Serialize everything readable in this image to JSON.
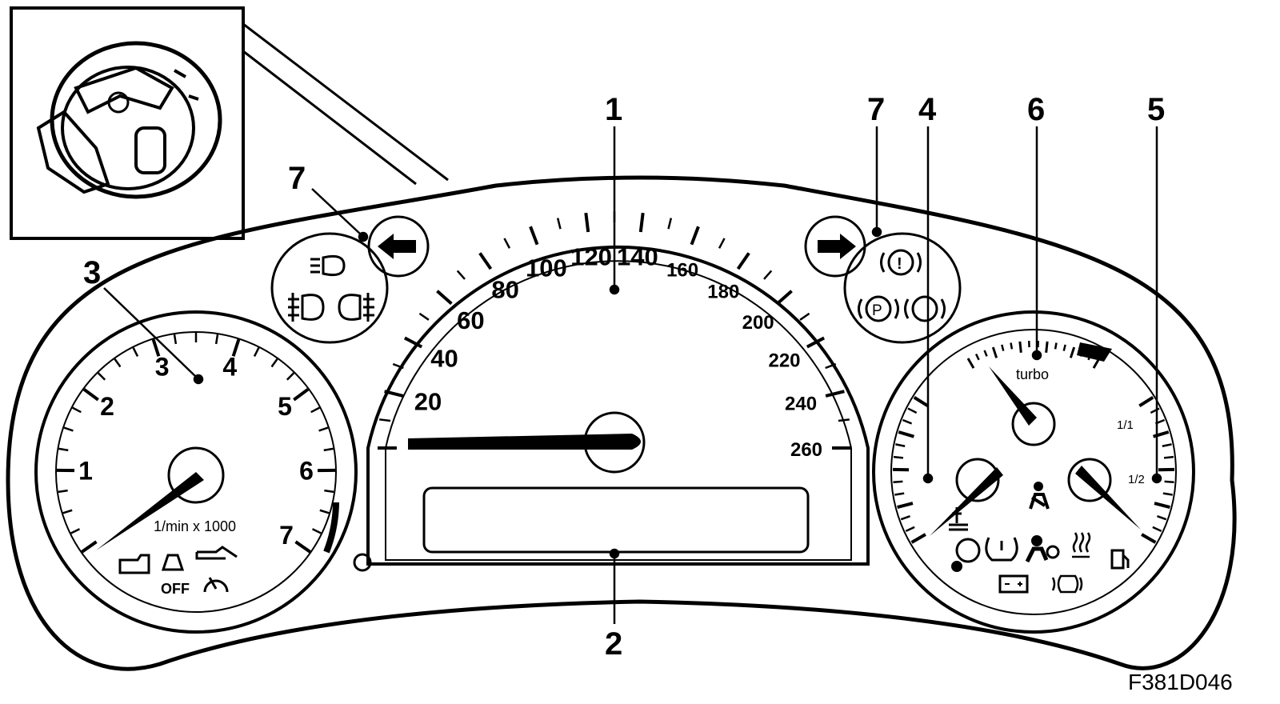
{
  "callouts": {
    "speedometer": "1",
    "display": "2",
    "tachometer": "3",
    "temperature": "4",
    "fuel": "5",
    "turbo": "6",
    "indicator_left": "7",
    "indicator_right": "7"
  },
  "speedometer": {
    "labels": [
      "20",
      "40",
      "60",
      "80",
      "100",
      "120",
      "140",
      "160",
      "180",
      "200",
      "220",
      "240",
      "260"
    ]
  },
  "tachometer": {
    "labels": [
      "1",
      "2",
      "3",
      "4",
      "5",
      "6",
      "7"
    ],
    "unit": "1/min x 1000",
    "off_label": "OFF"
  },
  "combi_gauge": {
    "turbo_label": "turbo",
    "fuel_full": "1/1",
    "fuel_half": "1/2"
  },
  "figure_code": "F381D046",
  "icons": [
    "headlight-icon",
    "front-fog-icon",
    "rear-fog-icon",
    "turn-left-icon",
    "turn-right-icon",
    "brake-warning-icon",
    "parking-brake-icon",
    "abs-icon",
    "check-engine-icon",
    "traction-off-icon",
    "oil-pressure-icon",
    "cruise-control-icon",
    "coolant-temp-icon",
    "seatbelt-icon",
    "tire-pressure-icon",
    "airbag-icon",
    "rear-defrost-icon",
    "battery-icon",
    "glow-plug-icon",
    "fuel-icon",
    "ignition-key-icon"
  ]
}
